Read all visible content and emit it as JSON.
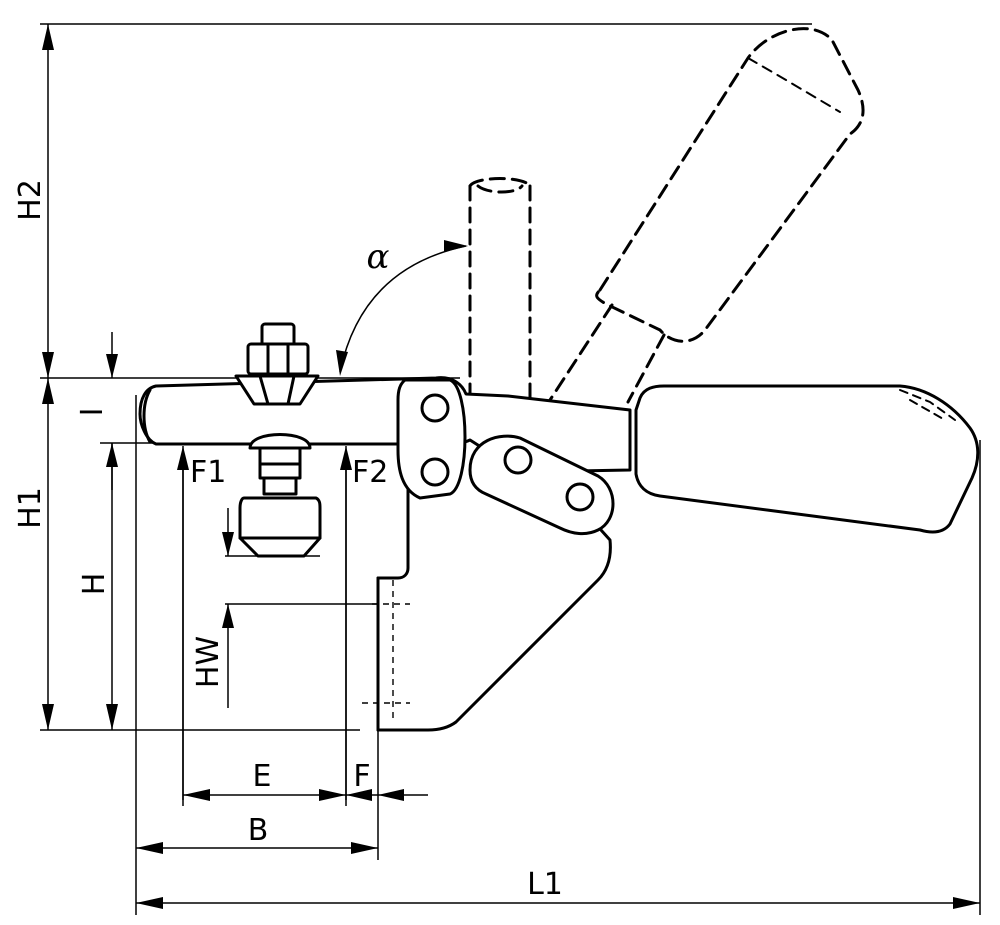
{
  "drawing": {
    "labels": {
      "h2": "H2",
      "h1": "H1",
      "i": "I",
      "h": "H",
      "hw": "HW",
      "f1": "F1",
      "f2": "F2",
      "e": "E",
      "f": "F",
      "b": "B",
      "l1": "L1",
      "alpha": "α"
    }
  }
}
